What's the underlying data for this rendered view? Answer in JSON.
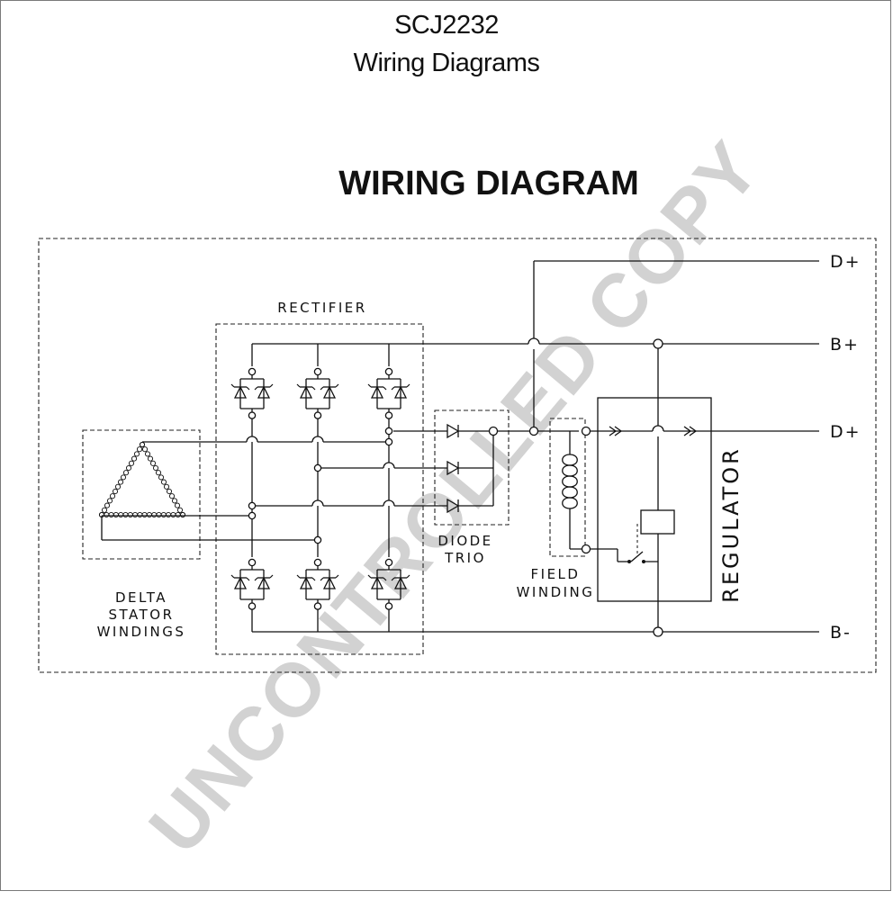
{
  "header": {
    "doc_id": "SCJ2232",
    "subtitle": "Wiring Diagrams"
  },
  "diagram": {
    "title": "WIRING DIAGRAM",
    "watermark": "UNCONTROLLED COPY",
    "blocks": {
      "rectifier": "RECTIFIER",
      "diode_trio": [
        "DIODE",
        "TRIO"
      ],
      "field_winding": [
        "FIELD",
        "WINDING"
      ],
      "regulator": "REGULATOR",
      "delta_stator": [
        "DELTA",
        "STATOR",
        "WINDINGS"
      ]
    },
    "terminals": {
      "d_plus_top": "D+",
      "b_plus": "B+",
      "d_plus": "D+",
      "b_minus": "B-"
    }
  }
}
